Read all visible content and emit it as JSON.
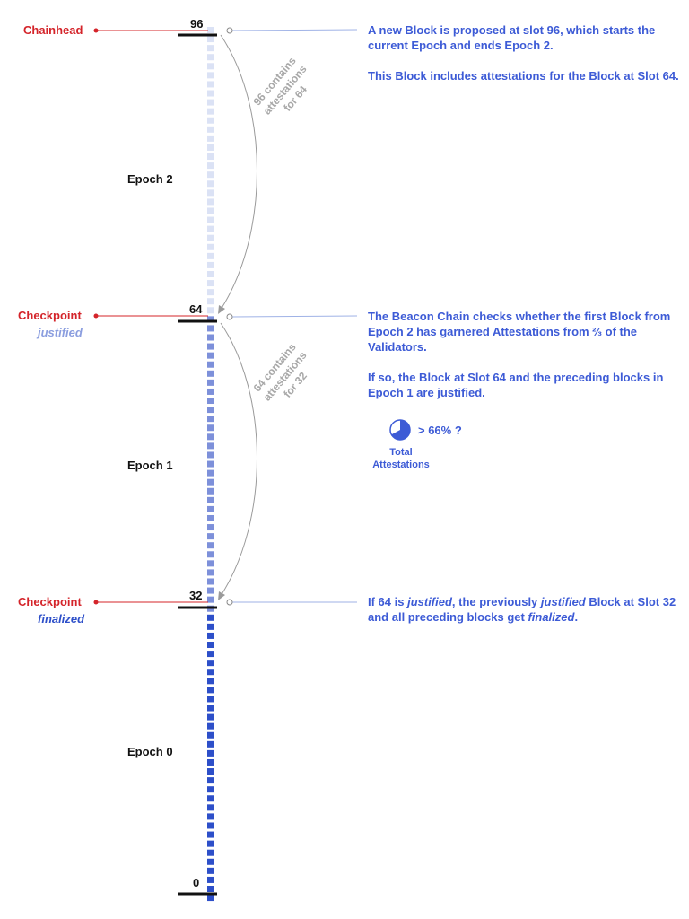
{
  "labels": {
    "chainhead": "Chainhead",
    "checkpoint_top": "Checkpoint",
    "state_justified": "justified",
    "checkpoint_bottom": "Checkpoint",
    "state_finalized": "finalized"
  },
  "slots": {
    "s96": "96",
    "s64": "64",
    "s32": "32",
    "s0": "0"
  },
  "epochs": {
    "e2": "Epoch 2",
    "e1": "Epoch 1",
    "e0": "Epoch 0"
  },
  "arcs": {
    "upper": [
      "96 contains",
      "attestations",
      "for 64"
    ],
    "lower": [
      "64 contains",
      "attestations",
      "for 32"
    ]
  },
  "notes": {
    "n1_p1": "A new Block is proposed at slot 96, which starts the current Epoch and ends Epoch 2.",
    "n1_p2": "This Block includes attestations for the Block at Slot 64.",
    "n2_p1": "The Beacon Chain checks whether the first Block from Epoch 2 has garnered Attestations from ⅔ of the Validators.",
    "n2_p2": "If so, the Block at Slot 64 and the preceding blocks in Epoch 1 are justified.",
    "n3_a": "If 64 is ",
    "n3_b": "justified",
    "n3_c": ", the previously ",
    "n3_d": "justified",
    "n3_e": " Block at Slot 32 and all preceding blocks get ",
    "n3_f": "finalized",
    "n3_g": "."
  },
  "attestation": {
    "threshold": "> 66% ?",
    "caption_line1": "Total",
    "caption_line2": "Attestations",
    "pie_fraction": 0.67
  },
  "colors": {
    "accent_red": "#d4242a",
    "note_blue": "#3d5bd6",
    "epoch0_block": "#2d4fc9",
    "epoch1_block": "#7d90da",
    "epoch2_block": "#dbe2f5",
    "pointer_line": "#9fb2e6",
    "arc_gray": "#9a9a9a"
  }
}
